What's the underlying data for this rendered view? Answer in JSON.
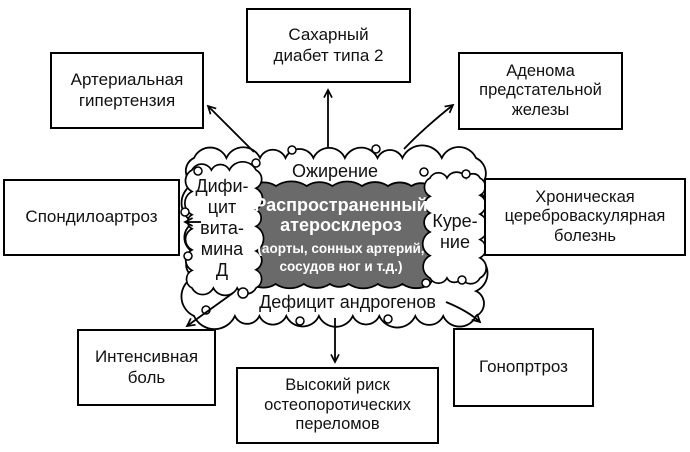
{
  "figure": {
    "center_box": {
      "line1": "Распространенный",
      "line2": "атеросклероз",
      "sub1": "(аорты, сонных артерий,",
      "sub2": "сосудов ног и т.д.)",
      "bg_color": "#6a6a6a",
      "text_color": "#ffffff"
    },
    "cloud": {
      "top_label": "Ожирение",
      "left_label_lines": [
        "Дифи-",
        "цит",
        "вита-",
        "мина",
        "Д"
      ],
      "right_label_lines": [
        "Куре-",
        "ние"
      ],
      "bottom_label": "Дефицит андрогенов"
    },
    "outcome_boxes": [
      {
        "id": "hypertension",
        "lines": [
          "Артериальная",
          "гипертензия"
        ]
      },
      {
        "id": "diabetes",
        "lines": [
          "Сахарный",
          "диабет типа 2"
        ]
      },
      {
        "id": "adenoma",
        "lines": [
          "Аденома",
          "предстательной",
          "железы"
        ]
      },
      {
        "id": "spondyloarthrosis",
        "lines": [
          "Спондилоартроз"
        ]
      },
      {
        "id": "cerebrovascular",
        "lines": [
          "Хроническая",
          "цереброваскулярная",
          "болезнь"
        ]
      },
      {
        "id": "pain",
        "lines": [
          "Интенсивная",
          "боль"
        ]
      },
      {
        "id": "fracture_risk",
        "lines": [
          "Высокий риск",
          "остеопоротических",
          "переломов"
        ]
      },
      {
        "id": "gonarthrosis",
        "lines": [
          "Гонопртроз"
        ]
      }
    ],
    "line_color": "#000000"
  }
}
